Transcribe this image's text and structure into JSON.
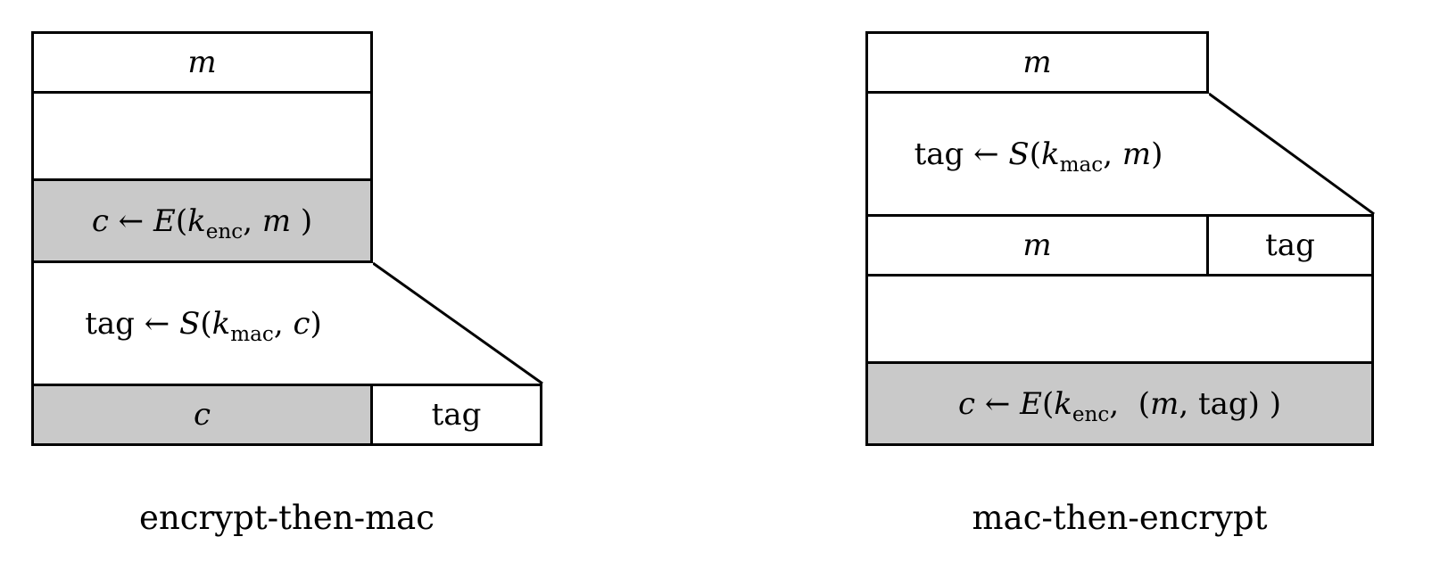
{
  "colors": {
    "border": "#000000",
    "gray_fill": "#c9c9c9",
    "white_fill": "#ffffff",
    "background": "#ffffff"
  },
  "left": {
    "caption": "encrypt-then-mac",
    "message_label": "m",
    "encrypt_formula": [
      {
        "t": "c",
        "s": "i"
      },
      {
        "t": " ← ",
        "s": "r"
      },
      {
        "t": "E",
        "s": "i"
      },
      {
        "t": "(",
        "s": "r"
      },
      {
        "t": "k",
        "s": "i"
      },
      {
        "t": "enc",
        "s": "sub"
      },
      {
        "t": ", ",
        "s": "r"
      },
      {
        "t": "m",
        "s": "i"
      },
      {
        "t": " )",
        "s": "r"
      }
    ],
    "tag_formula": [
      {
        "t": "tag",
        "s": "r"
      },
      {
        "t": " ← ",
        "s": "r"
      },
      {
        "t": "S",
        "s": "i"
      },
      {
        "t": "(",
        "s": "r"
      },
      {
        "t": "k",
        "s": "i"
      },
      {
        "t": "mac",
        "s": "sub"
      },
      {
        "t": ", ",
        "s": "r"
      },
      {
        "t": "c",
        "s": "i"
      },
      {
        "t": ")",
        "s": "r"
      }
    ],
    "output_cipher_label": "c",
    "output_tag_label": "tag"
  },
  "right": {
    "caption": "mac-then-encrypt",
    "message_label": "m",
    "tag_formula": [
      {
        "t": "tag",
        "s": "r"
      },
      {
        "t": " ← ",
        "s": "r"
      },
      {
        "t": "S",
        "s": "i"
      },
      {
        "t": "(",
        "s": "r"
      },
      {
        "t": "k",
        "s": "i"
      },
      {
        "t": "mac",
        "s": "sub"
      },
      {
        "t": ", ",
        "s": "r"
      },
      {
        "t": "m",
        "s": "i"
      },
      {
        "t": ")",
        "s": "r"
      }
    ],
    "mid_message_label": "m",
    "mid_tag_label": "tag",
    "encrypt_formula": [
      {
        "t": "c",
        "s": "i"
      },
      {
        "t": " ← ",
        "s": "r"
      },
      {
        "t": "E",
        "s": "i"
      },
      {
        "t": "(",
        "s": "r"
      },
      {
        "t": "k",
        "s": "i"
      },
      {
        "t": "enc",
        "s": "sub"
      },
      {
        "t": ",  (",
        "s": "r"
      },
      {
        "t": "m",
        "s": "i"
      },
      {
        "t": ", ",
        "s": "r"
      },
      {
        "t": "tag",
        "s": "r"
      },
      {
        "t": ") )",
        "s": "r"
      }
    ]
  }
}
